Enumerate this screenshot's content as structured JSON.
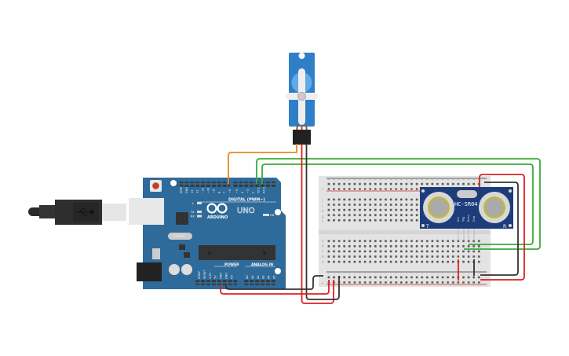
{
  "colors": {
    "arduino_board": "#2f6b9a",
    "breadboard": "#e3e3e3",
    "sensor_board": "#1d3d7a",
    "servo_body": "#2f7fc8",
    "wire_orange": "#e8891c",
    "wire_green": "#3aaa3a",
    "wire_red": "#e01f1f",
    "wire_black": "#333333"
  },
  "arduino": {
    "brand": "ARDUINO",
    "model": "UNO",
    "digital_header_label": "DIGITAL (PWM~)",
    "power_label": "POWER",
    "analog_label": "ANALOG IN",
    "on_label": "ON",
    "led_l": "L",
    "led_tx": "TX",
    "led_rx": "RX",
    "digital_pins": [
      "AREF",
      "GND",
      "13",
      "12",
      "~11",
      "~10",
      "~9",
      "8",
      "7",
      "~6",
      "~5",
      "4",
      "~3",
      "2",
      "TX 1",
      "RX 0"
    ],
    "power_pins": [
      "IOREF",
      "RESET",
      "3.3V",
      "5V",
      "GND",
      "GND",
      "Vin"
    ],
    "analog_pins": [
      "A0",
      "A1",
      "A2",
      "A3",
      "A4",
      "A5"
    ],
    "crystal_label": "16.000"
  },
  "sensor": {
    "model": "HC-SR04",
    "transmitter": "T",
    "receiver": "R",
    "pins": [
      "Vcc",
      "Trig",
      "Echo",
      "Gnd"
    ]
  },
  "breadboard": {
    "rail_minus": "-",
    "rail_plus": "+",
    "rows_top": [
      "j",
      "i",
      "h",
      "g",
      "f"
    ],
    "rows_bottom": [
      "e",
      "d",
      "c",
      "b",
      "a"
    ]
  }
}
